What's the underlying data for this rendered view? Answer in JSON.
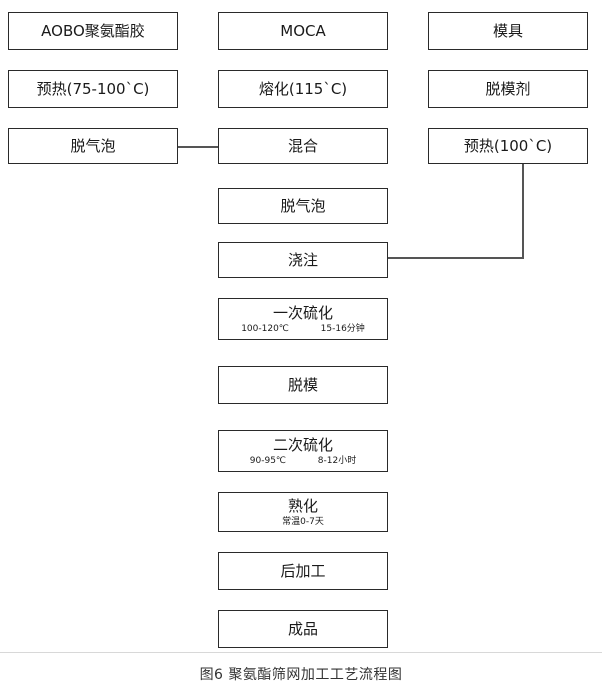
{
  "nodes": {
    "aobo_pu": "AOBO聚氨酯胶",
    "moca": "MOCA",
    "mold": "模具",
    "preheat_75_100": "预热(75-100`C)",
    "melt_115": "熔化(115`C)",
    "release_agent": "脱模剂",
    "degas_left": "脱气泡",
    "mix": "混合",
    "preheat_100": "预热(100`C)",
    "degas_center": "脱气泡",
    "pour": "浇注",
    "first_cure": {
      "label": "一次硫化",
      "note_temp": "100-120℃",
      "note_time": "15-16分钟"
    },
    "demold": "脱模",
    "second_cure": {
      "label": "二次硫化",
      "note_temp": "90-95℃",
      "note_time": "8-12小时"
    },
    "aging": {
      "label": "熟化",
      "note": "常温0-7天"
    },
    "post_processing": "后加工",
    "finished_product": "成品"
  },
  "caption": "图6  聚氨酯筛网加工工艺流程图"
}
